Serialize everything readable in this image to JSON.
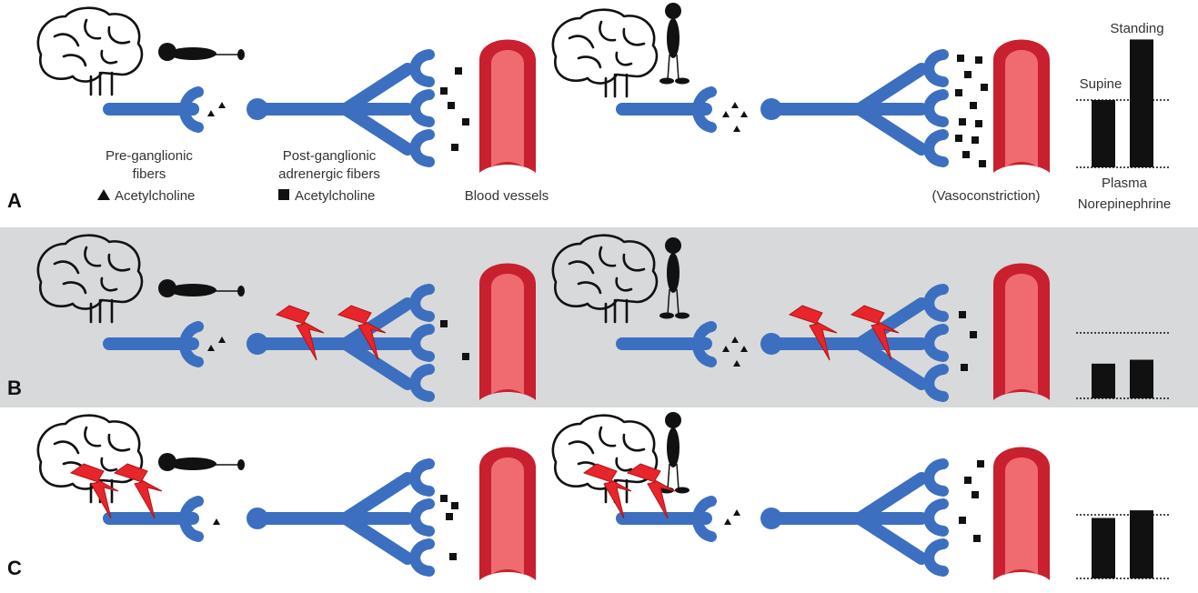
{
  "panels": {
    "a": {
      "letter": "A"
    },
    "b": {
      "letter": "B"
    },
    "c": {
      "letter": "C"
    }
  },
  "labels": {
    "pre_line1": "Pre-ganglionic",
    "pre_line2": "fibers",
    "pre_legend": "Acetylcholine",
    "post_line1": "Post-ganglionic",
    "post_line2": "adrenergic fibers",
    "post_legend": "Acetylcholine",
    "vessels": "Blood vessels",
    "vasoconstriction": "(Vasoconstriction)",
    "supine": "Supine",
    "standing": "Standing",
    "plasma": "Plasma",
    "norepinephrine": "Norepinephrine"
  },
  "chart_data": [
    {
      "type": "bar",
      "panel": "A",
      "categories": [
        "Supine",
        "Standing"
      ],
      "values": [
        1.0,
        1.9
      ],
      "reference_lines": [
        0,
        1.0
      ]
    },
    {
      "type": "bar",
      "panel": "B",
      "categories": [
        "Supine",
        "Standing"
      ],
      "values": [
        0.53,
        0.59
      ],
      "reference_lines": [
        0,
        1.0
      ]
    },
    {
      "type": "bar",
      "panel": "C",
      "categories": [
        "Supine",
        "Standing"
      ],
      "values": [
        0.95,
        1.07
      ],
      "reference_lines": [
        0,
        1.0
      ]
    }
  ],
  "colors": {
    "nerve": "#3c6fbf",
    "vessel_outer": "#c8202e",
    "vessel_inner": "#ef6b70",
    "lightning": "#e8252a",
    "panel_b_bg": "#d8d9da",
    "ink": "#111111"
  },
  "icons": [
    "brain-icon",
    "supine-person-icon",
    "standing-person-icon",
    "lightning-icon",
    "blood-vessel-icon"
  ]
}
